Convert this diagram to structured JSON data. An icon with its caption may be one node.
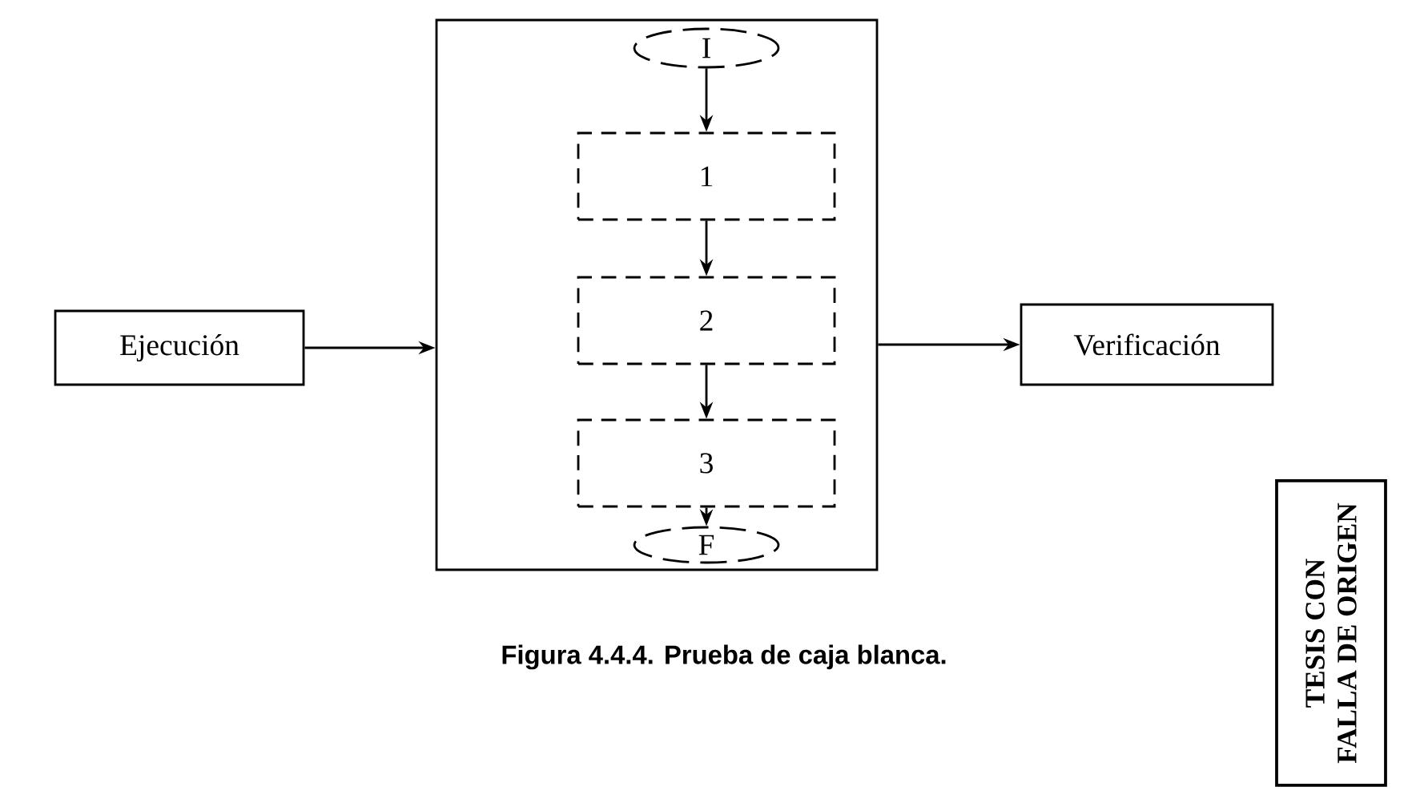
{
  "diagram": {
    "caption": "Figura 4.4.4. Prueba de caja blanca.",
    "nodes": [
      {
        "text": [
          "Ejecución"
        ]
      },
      {
        "text": [],
        "shape": "box"
      },
      {
        "text": [
          "I"
        ],
        "in": 1
      },
      {
        "text": [
          "1"
        ],
        "in": 1
      },
      {
        "text": [
          "2"
        ],
        "in": 1
      },
      {
        "text": [
          "3"
        ],
        "in": 1
      },
      {
        "text": [
          "F"
        ],
        "in": 1
      },
      {
        "text": [
          "Verificación"
        ]
      },
      {
        "text": [
          "TESIS CON",
          "FALLA DE ORIGEN"
        ]
      }
    ],
    "edges": [
      {
        "from": 0,
        "to": 1,
        "arrow": "to"
      },
      {
        "from": 1,
        "to": 7,
        "arrow": "to"
      },
      {
        "from": 2,
        "to": 3,
        "arrow": "to"
      },
      {
        "from": 3,
        "to": 4,
        "arrow": "to"
      },
      {
        "from": 4,
        "to": 5,
        "arrow": "to"
      },
      {
        "from": 5,
        "to": 6,
        "arrow": "to"
      }
    ]
  }
}
